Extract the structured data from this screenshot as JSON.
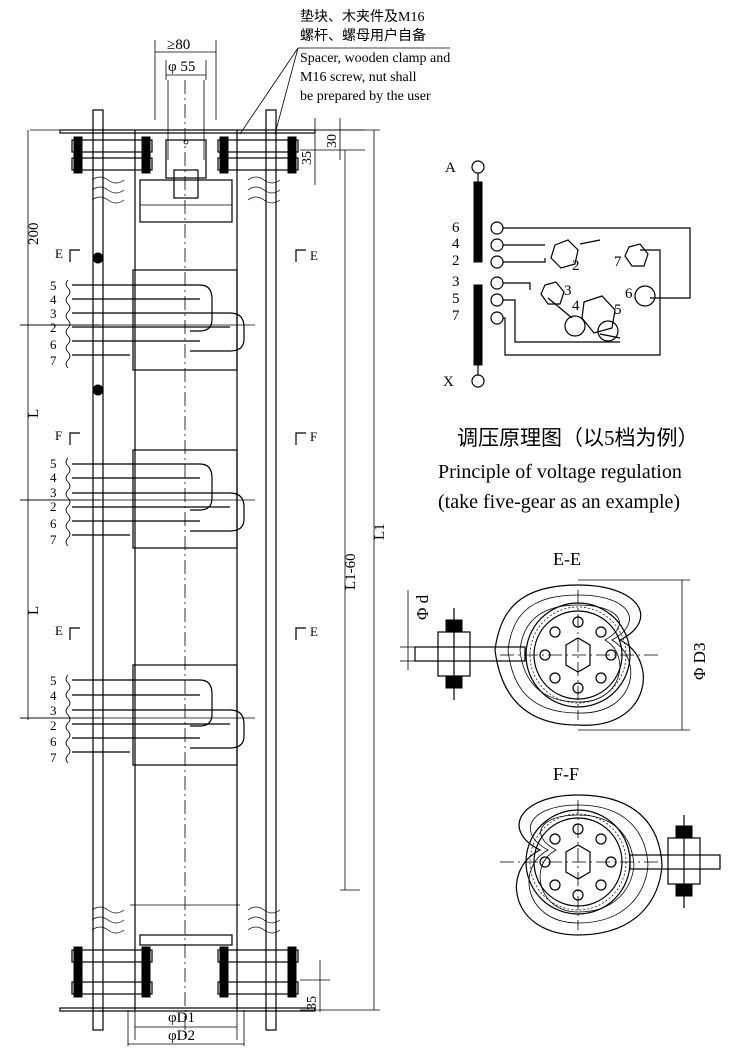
{
  "note": {
    "zh_line1": "垫块、木夹件及M16",
    "zh_line2": "螺杆、螺母用户自备",
    "en_line1": "Spacer, wooden clamp and",
    "en_line2": "M16 screw, nut shall",
    "en_line3": "be prepared by the user"
  },
  "dimensions": {
    "top_width": "≥80",
    "top_dia": "φ 55",
    "d30": "30",
    "d35_top": "35",
    "d200": "200",
    "L_a": "L",
    "L_b": "L",
    "L1_60": "L1-60",
    "L1": "L1",
    "d35_bottom": "35",
    "D1": "φD1",
    "D2": "φD2"
  },
  "sections": {
    "E_top_left": "E",
    "E_top_right": "E",
    "F_left": "F",
    "F_right": "F",
    "E_low_left": "E",
    "E_low_right": "E"
  },
  "taps": {
    "group1": [
      "5",
      "4",
      "3",
      "2",
      "6",
      "7"
    ],
    "group2": [
      "5",
      "4",
      "3",
      "2",
      "6",
      "7"
    ],
    "group3": [
      "5",
      "4",
      "3",
      "2",
      "6",
      "7"
    ]
  },
  "principle": {
    "terminal_a": "A",
    "terminal_x": "X",
    "left_taps": [
      "6",
      "4",
      "2",
      "3",
      "5",
      "7"
    ],
    "contacts": [
      "2",
      "3",
      "4",
      "5",
      "6",
      "7"
    ],
    "caption_zh": "调压原理图（以5档为例）",
    "caption_en1": "Principle of voltage regulation",
    "caption_en2": "(take five-gear as an example)"
  },
  "section_views": {
    "ee_title": "E-E",
    "phi_d": "Φ d",
    "phi_D3": "Φ D3",
    "ff_title": "F-F"
  }
}
